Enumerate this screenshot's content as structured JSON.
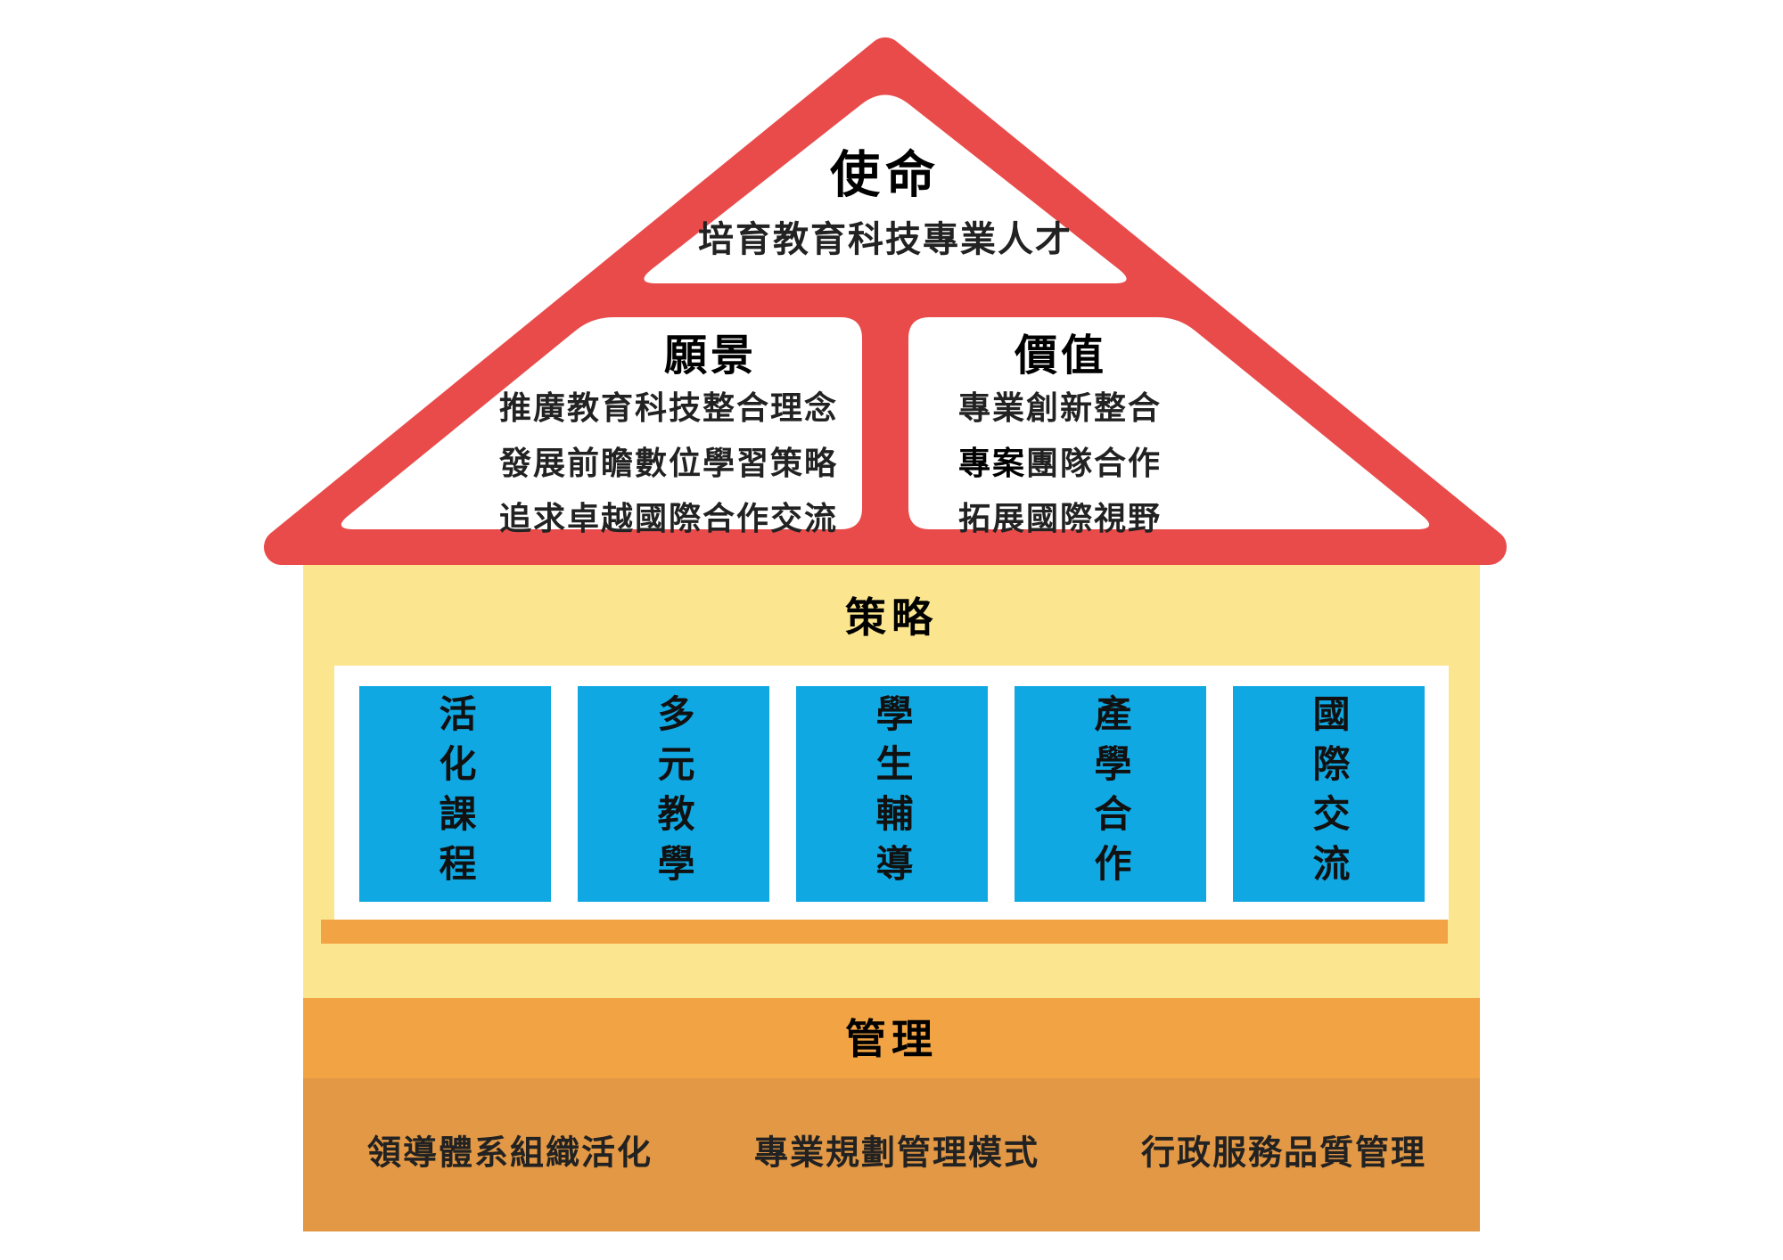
{
  "diagram": {
    "mission": {
      "title": "使命",
      "subtitle": "培育教育科技專業人才"
    },
    "vision": {
      "title": "願景",
      "lines": [
        "推廣教育科技整合理念",
        "發展前瞻數位學習策略",
        "追求卓越國際合作交流"
      ]
    },
    "values": {
      "title": "價值",
      "line1": "專業創新整合",
      "line2_bold": "專案",
      "line2_rest": "團隊合作",
      "line3": "拓展國際視野"
    },
    "strategy": {
      "title": "策略",
      "pillars": [
        "活化課程",
        "多元教學",
        "學生輔導",
        "產學合作",
        "國際交流"
      ]
    },
    "management": {
      "title": "管理",
      "items": [
        "領導體系組織活化",
        "專業規劃管理模式",
        "行政服務品質管理"
      ]
    },
    "colors": {
      "roof_red": "#E94B4B",
      "body_yellow": "#FBE58E",
      "pillar_blue": "#10A8E3",
      "band_orange": "#F2A444",
      "band_dark_orange": "#E29845"
    }
  }
}
